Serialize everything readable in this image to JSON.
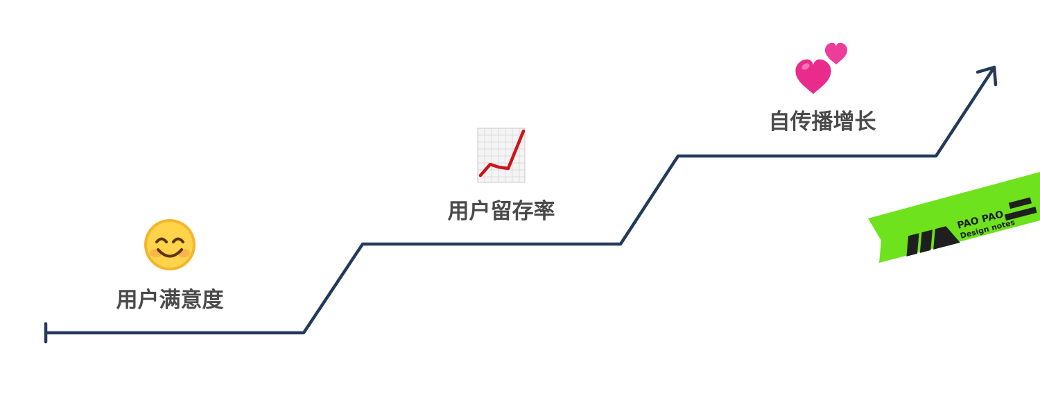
{
  "steps": [
    {
      "label": "用户满意度",
      "icon": "smiling-face-icon"
    },
    {
      "label": "用户留存率",
      "icon": "chart-increasing-icon"
    },
    {
      "label": "自传播增长",
      "icon": "two-hearts-icon"
    }
  ],
  "badge": {
    "line1": "PAO PAO",
    "line2": "Design notes"
  },
  "colors": {
    "line": "#243a5a",
    "badge": "#6ee21d",
    "label": "#4a4a4a",
    "heart": "#e92b8c",
    "chart_line": "#d0121b"
  }
}
